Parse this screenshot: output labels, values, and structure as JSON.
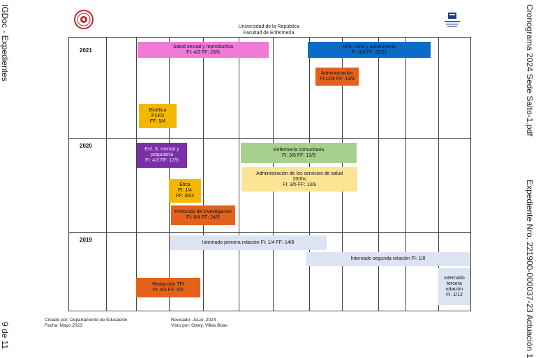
{
  "side_text": {
    "left_top": "IGDoc - Expedientes",
    "left_bottom": "9 de 11",
    "right_top": "Cronograma 2024 Sede Salto-1.pdf",
    "right_bottom": "Expediente Nro. 221900-000037-23 Actuación 1"
  },
  "header": {
    "line1": "Universidad de la República",
    "line2": "Facultad de Enfermería"
  },
  "colors": {
    "pink": "#f07ad8",
    "blue": "#0a6cc4",
    "orange": "#e4621c",
    "yellow": "#f5b800",
    "purple": "#7b2fa8",
    "green": "#a8d08d",
    "light_yellow": "#fde495",
    "light_blue": "#dce4f2"
  },
  "years": [
    "2021",
    "2020",
    "2019"
  ],
  "blocks": {
    "salud_sexual": {
      "title": "Salud sexual y reproductiva",
      "dates": "FI: 4/3 FF: 28/6"
    },
    "nino_nina": {
      "title": "Niño, niña y adolescente",
      "dates": "FI: 4/8 FF: 25/11"
    },
    "administracion": {
      "title": "Administración",
      "dates": "FI:12/8 FF: 13/9"
    },
    "bioetica": {
      "title": "Bioética",
      "line2": "FI:4/3",
      "line3": "FF: 5/4"
    },
    "enf_mental": {
      "title": "Enf. S. mental y",
      "line2": "psiquiatría",
      "dates": "FI: 4/3 FF: 17/5"
    },
    "enf_comunitaria": {
      "title": "Enfermeria comunitaria",
      "dates": "FI: 3/6 FF: 13/9"
    },
    "admin_servicios": {
      "title": "Administración de los servicios de salud",
      "line2": "200hs",
      "dates": "FI: 3/6 FF: 13/9"
    },
    "etica": {
      "title": "Ética",
      "line2": "FI: 1/4",
      "line3": "FF: 30/4"
    },
    "protocolo": {
      "title": "Protocolo de investigación",
      "dates": "FI: 8/4 FF: 24/5"
    },
    "internado_primera": {
      "title": "Internado primera rotación FI: 1/4 FF: 14/8"
    },
    "internado_segunda": {
      "title": "Internado segunda rotación FI: 1/8"
    },
    "redaccion_tfi": {
      "title": "Redacción TFI",
      "dates": "FI: 4/3 FF: 5/4"
    },
    "internado_tercera": {
      "title": "Internado",
      "line2": "tercera",
      "line3": "rotación",
      "line4": "FI: 1/12"
    }
  },
  "footer": {
    "creado": "Creado por: Departamento de Educación",
    "fecha": "Fecha: Mayo 2023",
    "revisado": "Revisado: JuLio, 2024",
    "visto": "Visto por: Oxley, Villas Boas"
  }
}
